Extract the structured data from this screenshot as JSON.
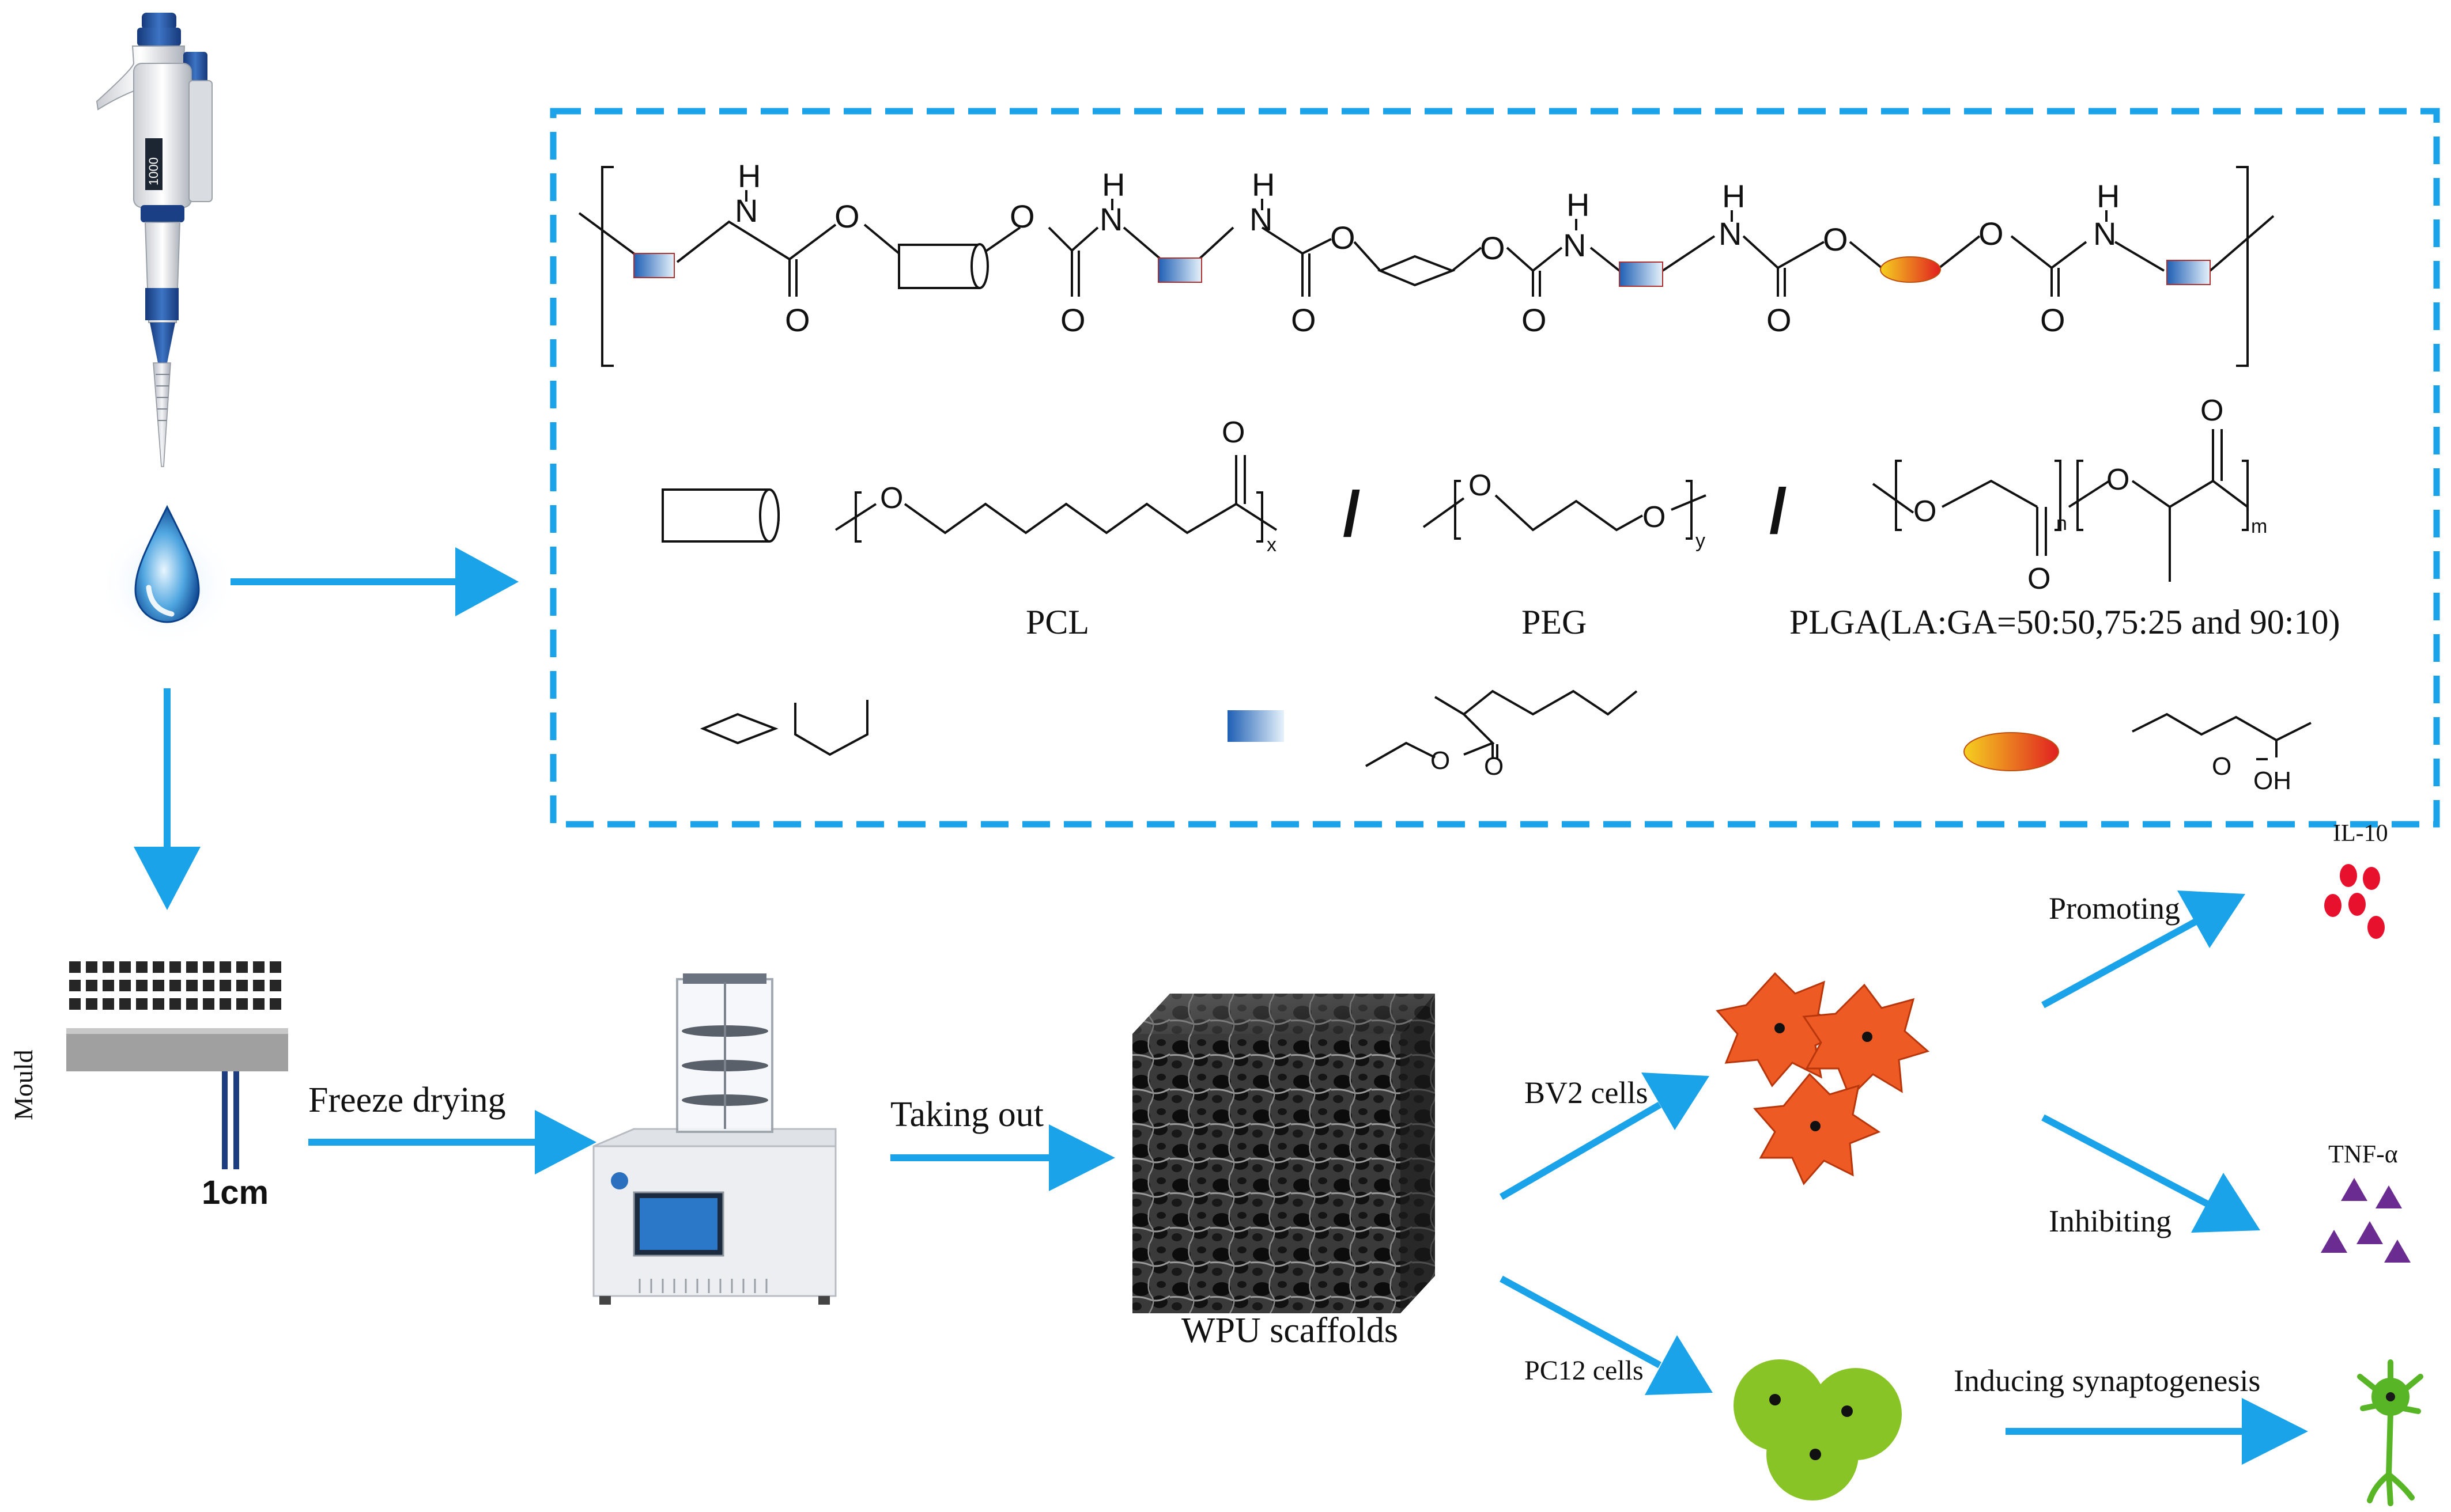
{
  "colors": {
    "arrow": "#1aa3e8",
    "dashed_box": "#1aa3e8",
    "bv2_cell": "#ee5a24",
    "pc12_cell": "#88c425",
    "il10": "#e8112d",
    "tnf": "#6a2c91",
    "neuron": "#58b526",
    "isocyanate_block_from": "#1f5fb4",
    "isocyanate_block_to": "#e6f2fb",
    "chain_extender_from": "#e02020",
    "chain_extender_to": "#f5d020"
  },
  "icons": {
    "pipette": "pipette-icon",
    "droplet": "water-droplet-icon",
    "mould": "mould-icon",
    "freeze_dryer": "freeze-dryer-icon",
    "scaffold": "scaffold-cube-icon",
    "bv2": "microglia-cell-icon",
    "pc12": "pc12-cell-cluster-icon",
    "il10": "cytokine-dots-icon",
    "tnf": "cytokine-triangles-icon",
    "neuron": "neuron-icon"
  },
  "pipette": {
    "display": "1000"
  },
  "chemistry": {
    "atoms": {
      "N": "N",
      "H": "H",
      "O": "O",
      "OH": "OH"
    },
    "subscripts": {
      "x": "x",
      "y": "y",
      "n": "n",
      "m": "m"
    },
    "separator": "/",
    "pcl": "PCL",
    "peg": "PEG",
    "plga": "PLGA(LA:GA=50:50,75:25 and 90:10)"
  },
  "mould": {
    "label": "Mould",
    "scale": "1cm"
  },
  "steps": {
    "freeze_drying": "Freeze drying",
    "taking_out": "Taking out",
    "scaffold": "WPU scaffolds"
  },
  "cells": {
    "bv2": "BV2 cells",
    "pc12": "PC12 cells"
  },
  "effects": {
    "promoting": "Promoting",
    "inhibiting": "Inhibiting",
    "inducing": "Inducing synaptogenesis",
    "il10": "IL-10",
    "tnf": "TNF-α"
  }
}
